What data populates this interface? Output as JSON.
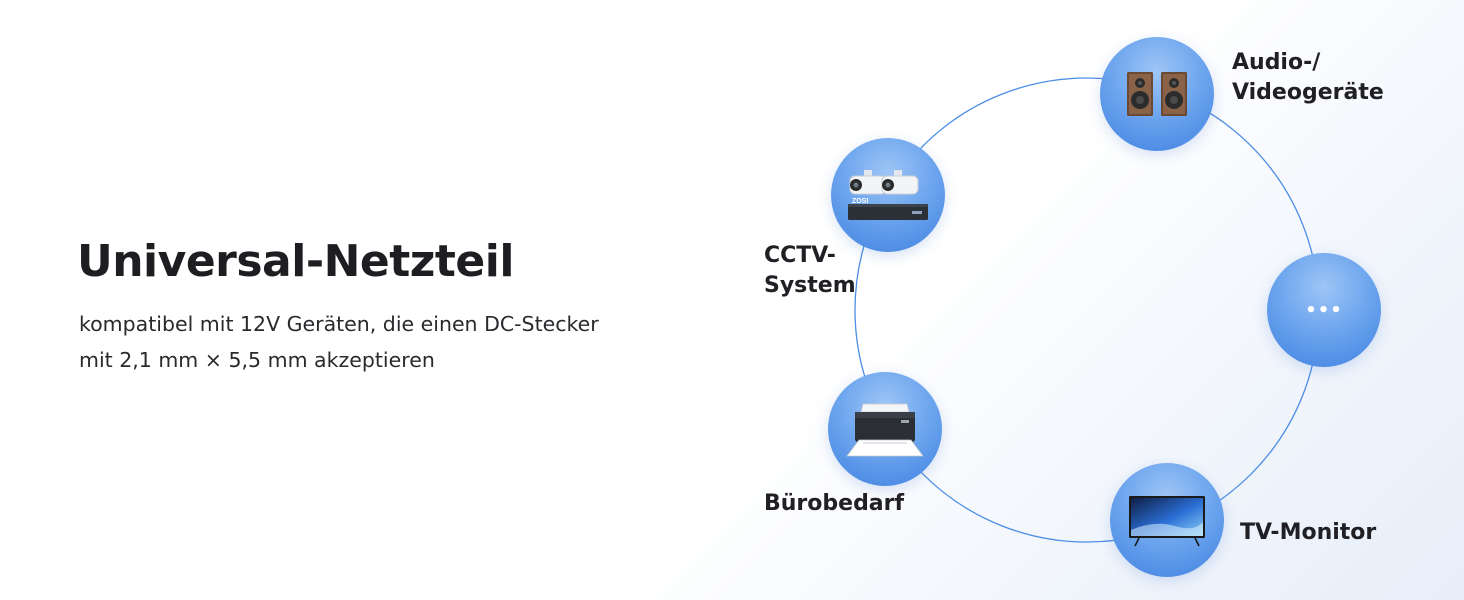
{
  "headline": "Universal-Netzteil",
  "subtext": {
    "line1": "kompatibel mit 12V Geräten, die einen DC-Stecker",
    "line2": "mit 2,1 mm × 5,5 mm akzeptieren"
  },
  "devices": {
    "audio": {
      "line1": "Audio-/",
      "line2": "Videogeräte",
      "icon": "speakers-icon"
    },
    "cctv": {
      "line1": "CCTV-",
      "line2": "System",
      "icon": "security-camera-icon"
    },
    "more": {
      "symbol": "•••",
      "icon": "more-icon"
    },
    "office": {
      "label": "Bürobedarf",
      "icon": "printer-icon"
    },
    "tv": {
      "label": "TV-Monitor",
      "icon": "tv-icon"
    },
    "cctv_brand": "ZOSI"
  },
  "colors": {
    "ring": "#4c8de6",
    "node": "#5a95ea",
    "text": "#1e1e22"
  }
}
